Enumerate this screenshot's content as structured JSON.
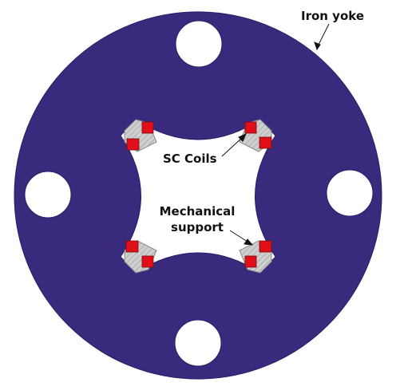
{
  "labels": {
    "iron_yoke": "Iron yoke",
    "sc_coils": "SC Coils",
    "mechanical_support": "Mechanical support"
  },
  "colors": {
    "yoke": "#3a2a7e",
    "yoke_edge": "#2a1d66",
    "coil": "#e0101a",
    "support": "#c8c8c8",
    "support_edge": "#8a8a8a",
    "background": "#ffffff"
  }
}
